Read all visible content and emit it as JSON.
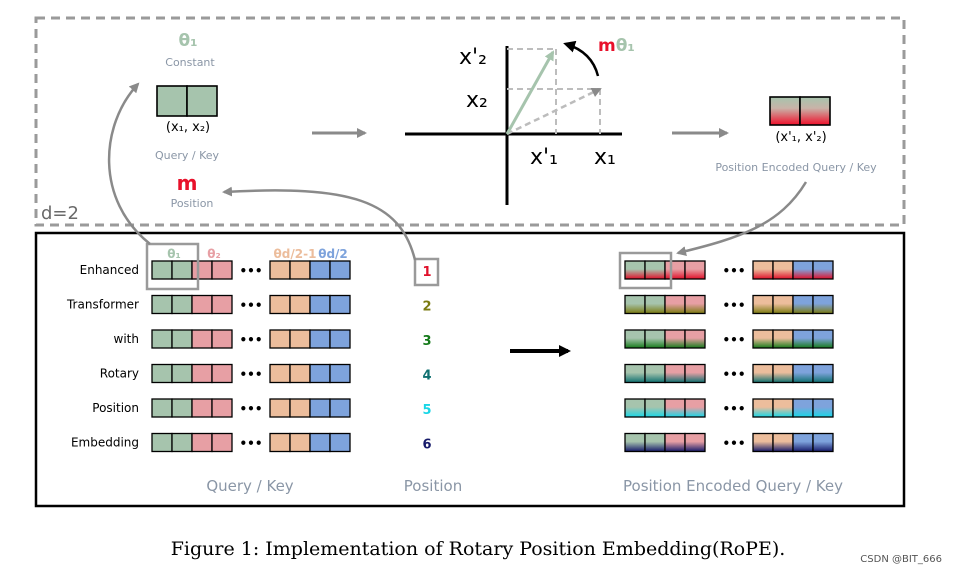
{
  "top_panel": {
    "theta1_label": "θ₁",
    "constant_label": "Constant",
    "pair_label": "(x₁, x₂)",
    "query_key_label": "Query / Key",
    "m_label": "m",
    "position_label": "Position",
    "d_label": "d=2",
    "rotation_label_m": "m",
    "rotation_label_theta": "θ₁",
    "axis_x2_prime": "x'₂",
    "axis_x2": "x₂",
    "axis_x1_prime": "x'₁",
    "axis_x1": "x₁",
    "encoded_pair_label": "(x'₁, x'₂)",
    "encoded_label": "Position Encoded Query / Key"
  },
  "bottom_panel": {
    "header_thetas": [
      "θ₁",
      "θ₂",
      "θd/2-1",
      "θd/2"
    ],
    "words": [
      "Enhanced",
      "Transformer",
      "with",
      "Rotary",
      "Position",
      "Embedding"
    ],
    "positions": [
      "1",
      "2",
      "3",
      "4",
      "5",
      "6"
    ],
    "position_colors": [
      "#e0102a",
      "#7a7a10",
      "#157a1a",
      "#0f7070",
      "#19d6e6",
      "#161a6a"
    ],
    "ellipsis": "•••",
    "query_key_caption": "Query / Key",
    "position_caption": "Position",
    "encoded_caption": "Position Encoded Query / Key"
  },
  "colors": {
    "theta1": "#a6c4ad",
    "theta2": "#e79fa4",
    "theta_d2m1": "#ecbd9c",
    "theta_d2": "#7ea3dc"
  },
  "caption": "Figure 1: Implementation of Rotary Position Embedding(RoPE).",
  "watermark": "CSDN @BIT_666"
}
